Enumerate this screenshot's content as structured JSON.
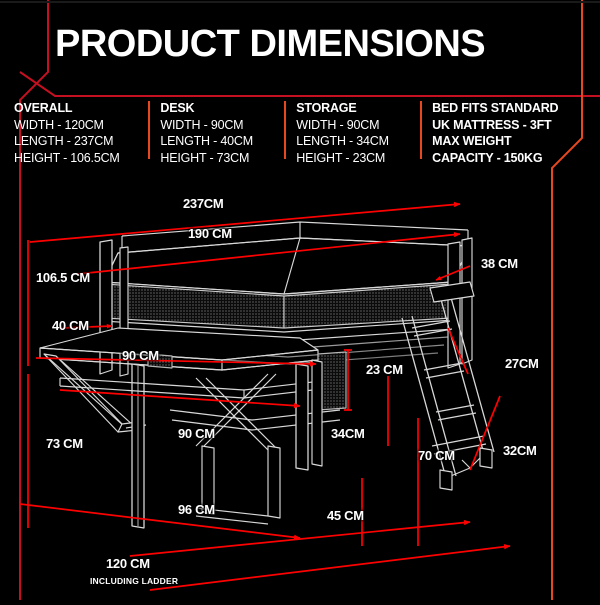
{
  "page": {
    "title": "PRODUCT DIMENSIONS",
    "accent_color": "#e8481f",
    "dimension_line_color": "#ff0000",
    "frame_color": "#c41020",
    "background_color": "#000000",
    "text_color": "#ffffff"
  },
  "specs": [
    {
      "heading": "OVERALL",
      "lines": [
        {
          "label": "WIDTH",
          "value": "120CM",
          "text": "WIDTH - 120CM"
        },
        {
          "label": "LENGTH",
          "value": "237CM",
          "text": "LENGTH - 237CM"
        },
        {
          "label": "HEIGHT",
          "value": "106.5CM",
          "text": "HEIGHT -  106.5CM"
        }
      ]
    },
    {
      "heading": "DESK",
      "lines": [
        {
          "label": "WIDTH",
          "value": "90CM",
          "text": "WIDTH - 90CM"
        },
        {
          "label": "LENGTH",
          "value": "40CM",
          "text": "LENGTH - 40CM"
        },
        {
          "label": "HEIGHT",
          "value": "73CM",
          "text": "HEIGHT -  73CM"
        }
      ]
    },
    {
      "heading": "STORAGE",
      "lines": [
        {
          "label": "WIDTH",
          "value": "90CM",
          "text": "WIDTH - 90CM"
        },
        {
          "label": "LENGTH",
          "value": "34CM",
          "text": "LENGTH - 34CM"
        },
        {
          "label": "HEIGHT",
          "value": "23CM",
          "text": "HEIGHT -  23CM"
        }
      ]
    },
    {
      "heading": "BED FITS STANDARD",
      "lines": [
        {
          "label": "UK MATTRESS",
          "value": "3FT",
          "text": "UK MATTRESS - 3FT"
        },
        {
          "label": "MAX WEIGHT",
          "value": "",
          "text": "MAX WEIGHT"
        },
        {
          "label": "CAPACITY",
          "value": "150KG",
          "text": "CAPACITY - 150KG"
        }
      ]
    }
  ],
  "diagram": {
    "product": "high sleeper loft bed with desk, storage shelf and ladder",
    "labels": {
      "overall_length": "237CM",
      "mattress_length": "190 CM",
      "overall_height": "106.5 CM",
      "desk_clearance": "40 CM",
      "guard_rail": "38 CM",
      "desk_width": "90 CM",
      "storage_width": "90 CM",
      "storage_height": "23 CM",
      "storage_length": "34CM",
      "desk_height": "73 CM",
      "ladder_rung_spacing": "27CM",
      "ladder_offset": "32CM",
      "ladder_base_height": "70 CM",
      "base_depth": "96 CM",
      "leg_offset": "45 CM",
      "overall_width": "120 CM",
      "overall_width_note": "INCLUDING LADDER"
    }
  }
}
